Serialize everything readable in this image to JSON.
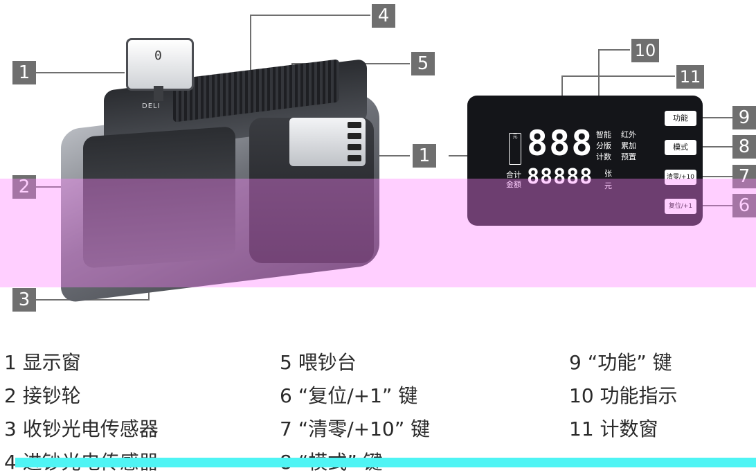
{
  "colors": {
    "callout_bg": "#6f6f6f",
    "callout_text": "#ffffff",
    "panel_bg": "#141519",
    "overlay_pink": "#ff80ff",
    "overlay_cyan": "#4ff4f4"
  },
  "machine": {
    "brand": "DELI",
    "display_readout": "0"
  },
  "callouts": {
    "c1a": "1",
    "c1b": "1",
    "c2": "2",
    "c3": "3",
    "c4": "4",
    "c5": "5",
    "c6": "6",
    "c7": "7",
    "c8": "8",
    "c9": "9",
    "c10": "10",
    "c11": "11"
  },
  "panel": {
    "count_digits": "888",
    "total_digits": "88888",
    "total_label": "合计",
    "amount_label": "金额",
    "money_icon_text": "元",
    "modes": {
      "smart": "智能",
      "infrared": "红外",
      "sorting": "分版",
      "accumulate": "累加",
      "count": "计数",
      "preset": "预置",
      "sheets": "张",
      "yuan": "元"
    },
    "buttons": {
      "function": "功能",
      "mode": "模式",
      "clear": "清零/+10",
      "reset": "复位/+1"
    }
  },
  "legend": [
    "1 显示窗",
    "2 接钞轮",
    "3 收钞光电传感器",
    "4 进钞光电传感器",
    "5 喂钞台",
    "6 “复位/+1” 键",
    "7 “清零/+10” 键",
    "8 “模式” 键",
    "9 “功能” 键",
    "10 功能指示",
    "11 计数窗"
  ]
}
